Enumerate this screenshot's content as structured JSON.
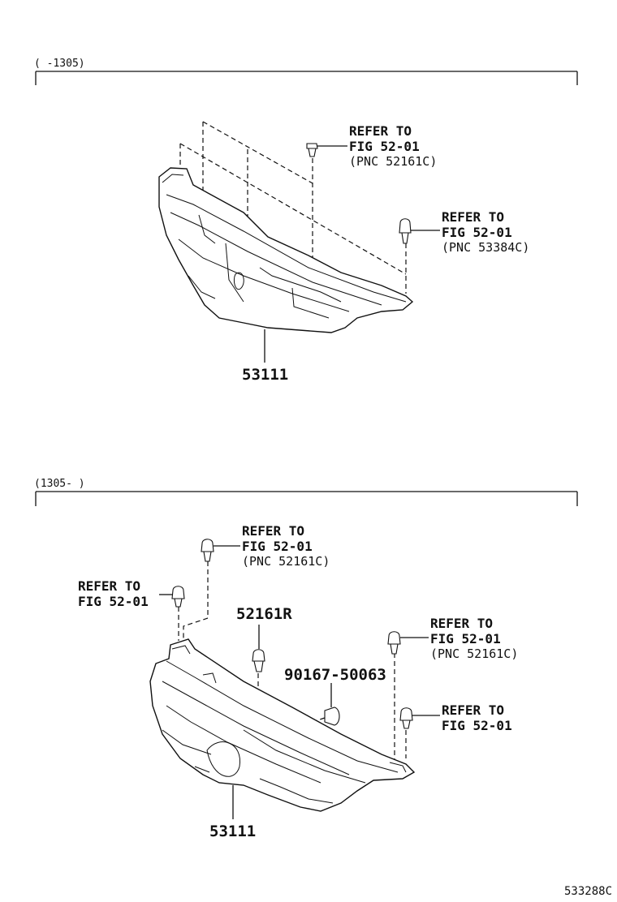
{
  "sections": [
    {
      "range_label": "(      -1305)",
      "callouts": [
        {
          "line1": "REFER TO",
          "line2": "FIG 52-01",
          "line3": "(PNC 52161C)"
        },
        {
          "line1": "REFER TO",
          "line2": "FIG 52-01",
          "line3": "(PNC 53384C)"
        }
      ],
      "part_number": "53111"
    },
    {
      "range_label": "(1305-      )",
      "callouts": [
        {
          "line1": "REFER TO",
          "line2": "FIG 52-01",
          "line3": "(PNC 52161C)"
        },
        {
          "line1": "REFER TO",
          "line2": "FIG 52-01"
        },
        {
          "line1": "REFER TO",
          "line2": "FIG 52-01",
          "line3": "(PNC 52161C)"
        },
        {
          "line1": "REFER TO",
          "line2": "FIG 52-01"
        }
      ],
      "part_numbers": [
        "52161R",
        "90167-50063",
        "53111"
      ]
    }
  ],
  "figure_id": "533288C"
}
